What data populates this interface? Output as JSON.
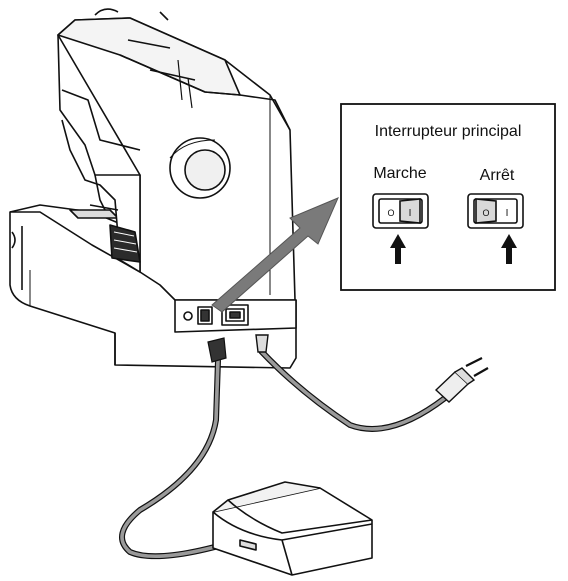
{
  "inset": {
    "title": "Interrupteur principal",
    "switches": [
      {
        "label": "Marche",
        "on_mark": "O",
        "off_mark": "I"
      },
      {
        "label": "Arrêt",
        "on_mark": "O",
        "off_mark": "I"
      }
    ]
  },
  "colors": {
    "line": "#111111",
    "body_fill": "#ffffff",
    "shade_light": "#eeeeee",
    "shade_dark": "#bfbfbf",
    "arrow_fill": "#7a7a7a",
    "cord_fill": "#9a9a9a"
  },
  "icons": [
    "sewing-machine-icon",
    "power-switch-icon",
    "power-plug-icon",
    "foot-pedal-icon",
    "arrow-up-icon",
    "callout-arrow-icon"
  ]
}
